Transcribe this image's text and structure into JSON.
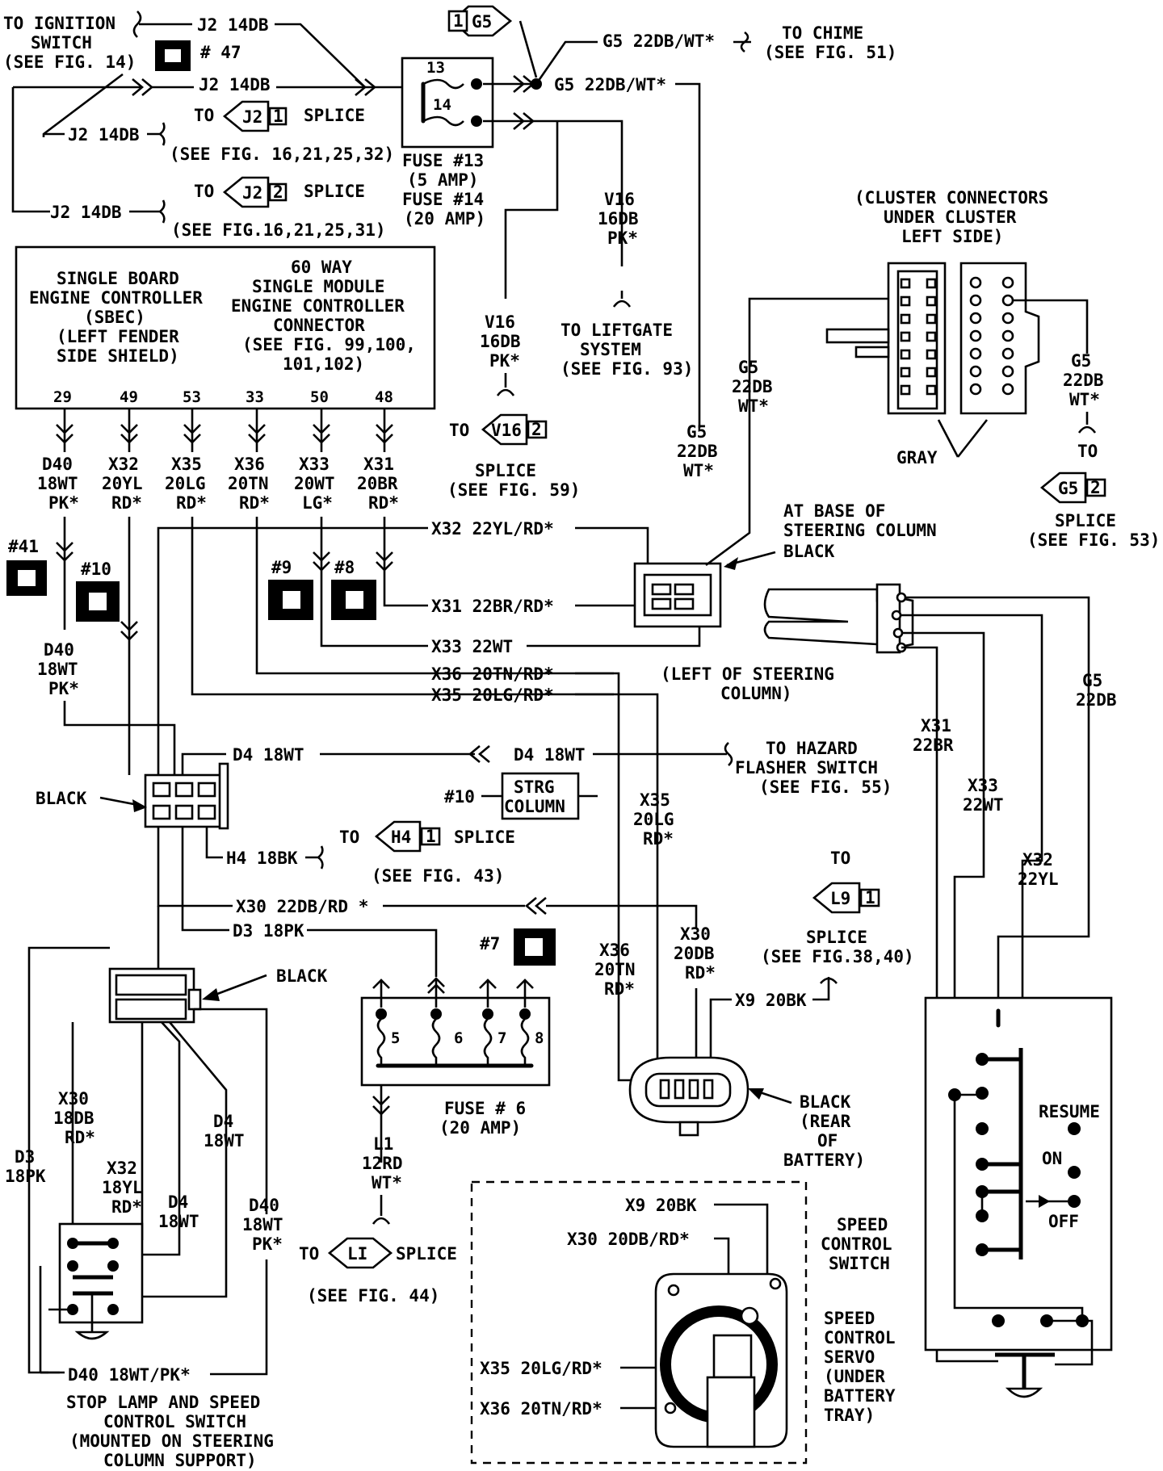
{
  "labels": {
    "ignition": [
      "TO IGNITION",
      "SWITCH",
      "(SEE FIG. 14)"
    ],
    "j2_top": "J2 14DB",
    "j2_mid": "J2 14DB",
    "j2_splice1_wire": "J2 14DB",
    "j2_splice2_wire": "J2 14DB",
    "conn47": "# 47",
    "to1": "TO",
    "to2": "TO",
    "to_v16": "TO",
    "to_h4": "TO",
    "to_g5": "TO",
    "to_l9": "TO",
    "to_l1": "TO",
    "splice": "SPLICE",
    "j2_splice1_name": "J2",
    "j2_splice1_pin": "1",
    "j2_splice2_name": "J2",
    "j2_splice2_pin": "2",
    "see_j2_1": "(SEE FIG. 16,21,25,32)",
    "see_j2_2": "(SEE FIG.16,21,25,31)",
    "g5_top_name": "G5",
    "g5_top_pin": "1",
    "g5_chime_wire": "G5 22DB/WT*",
    "to_chime": [
      "TO CHIME",
      "(SEE FIG. 51)"
    ],
    "g5_fuse_wire": "G5 22DB/WT*",
    "fuse13_pin": "13",
    "fuse14_pin": "14",
    "fuse_text": [
      "FUSE #13",
      "(5 AMP)",
      "FUSE #14",
      "(20 AMP)"
    ],
    "v16_right": [
      "V16",
      "16DB",
      "PK*"
    ],
    "to_liftgate": [
      "TO LIFTGATE",
      "SYSTEM",
      "(SEE FIG. 93)"
    ],
    "v16_left": [
      "V16",
      "16DB",
      "PK*"
    ],
    "v16_splice_name": "V16",
    "v16_splice_pin": "2",
    "see_fig59": [
      "SPLICE",
      "(SEE FIG. 59)"
    ],
    "sbec": [
      "SINGLE BOARD",
      "ENGINE CONTROLLER",
      "(SBEC)",
      "(LEFT FENDER",
      "SIDE SHIELD)"
    ],
    "connector60": [
      "60 WAY",
      "SINGLE MODULE",
      "ENGINE CONTROLLER",
      "CONNECTOR",
      "(SEE FIG. 99,100,",
      "101,102)"
    ],
    "pins": [
      "29",
      "49",
      "53",
      "33",
      "50",
      "48"
    ],
    "wire_cols": [
      [
        "D40",
        "18WT",
        "PK*"
      ],
      [
        "X32",
        "20YL",
        "RD*"
      ],
      [
        "X35",
        "20LG",
        "RD*"
      ],
      [
        "X36",
        "20TN",
        "RD*"
      ],
      [
        "X33",
        "20WT",
        "LG*"
      ],
      [
        "X31",
        "20BR",
        "RD*"
      ]
    ],
    "cluster": [
      "(CLUSTER CONNECTORS",
      "UNDER CLUSTER",
      "LEFT SIDE)"
    ],
    "g5_vert1": [
      "G5",
      "22DB",
      "WT*"
    ],
    "g5_vert2": [
      "G5",
      "22DB",
      "WT*"
    ],
    "g5_vert3": [
      "G5",
      "22DB",
      "WT*"
    ],
    "gray": "GRAY",
    "g5_splice_name": "G5",
    "g5_splice_pin": "2",
    "see_fig53": [
      "SPLICE",
      "(SEE FIG. 53)"
    ],
    "base_steering": [
      "AT BASE OF",
      "STEERING COLUMN",
      "BLACK"
    ],
    "conn41": "#41",
    "conn10a": "#10",
    "conn9": "#9",
    "conn8": "#8",
    "conn7": "#7",
    "x32_wire": "X32 22YL/RD*",
    "x31_wire": "X31 22BR/RD*",
    "x33_wire": "X33 22WT",
    "x36_wire": "X36 20TN/RD*",
    "x35_wire": "X35 20LG/RD*",
    "left_steering": [
      "(LEFT OF STEERING",
      "COLUMN)"
    ],
    "d40_lower": [
      "D40",
      "18WT",
      "PK*"
    ],
    "d4_left": "D4 18WT",
    "d4_right": "D4 18WT",
    "hazard": [
      "TO HAZARD",
      "FLASHER SWITCH",
      "(SEE FIG. 55)"
    ],
    "black_left": "BLACK",
    "conn10b": "#10",
    "strg_column": [
      "STRG",
      "COLUMN"
    ],
    "x35_vert": [
      "X35",
      "20LG",
      "RD*"
    ],
    "h4_wire": "H4 18BK",
    "h4_splice_name": "H4",
    "h4_splice_pin": "1",
    "see_fig43": "(SEE FIG. 43)",
    "x31_vert": [
      "X31",
      "22BR"
    ],
    "x33_vert": [
      "X33",
      "22WT"
    ],
    "g5_right": [
      "G5",
      "22DB"
    ],
    "x32_vert": [
      "X32",
      "22YL"
    ],
    "x30_wire": "X30 22DB/RD *",
    "d3_wire": "D3 18PK",
    "l9_splice_name": "L9",
    "l9_splice_pin": "1",
    "see_fig38": [
      "SPLICE",
      "(SEE FIG.38,40)"
    ],
    "black_stop": "BLACK",
    "fuse6_pins": [
      "5",
      "6",
      "7",
      "8"
    ],
    "fuse6": [
      "FUSE # 6",
      "(20 AMP)"
    ],
    "x36_vert": [
      "X36",
      "20TN",
      "RD*"
    ],
    "x30_vert": [
      "X30",
      "20DB",
      "RD*"
    ],
    "x9_wire": "X9 20BK",
    "black_rear": [
      "BLACK",
      "(REAR",
      "OF",
      "BATTERY)"
    ],
    "x30_stop": [
      "X30",
      "18DB",
      "RD*"
    ],
    "x32_stop": [
      "X32",
      "18YL",
      "RD*"
    ],
    "d4_stop1": [
      "D4",
      "18WT"
    ],
    "d4_stop2": [
      "D4",
      "18WT"
    ],
    "d3_stop": [
      "D3",
      "18PK"
    ],
    "d40_stop": [
      "D40",
      "18WT",
      "PK*"
    ],
    "l1": [
      "L1",
      "12RD",
      "WT*"
    ],
    "l1_splice_name": "LI",
    "see_fig44": "(SEE FIG. 44)",
    "resume": "RESUME",
    "on": "ON",
    "off": "OFF",
    "speed_switch": [
      "SPEED",
      "CONTROL",
      "SWITCH"
    ],
    "speed_servo": [
      "SPEED",
      "CONTROL",
      "SERVO",
      "(UNDER",
      "BATTERY",
      "TRAY)"
    ],
    "servo_x9": "X9 20BK",
    "servo_x30": "X30 20DB/RD*",
    "servo_x35": "X35 20LG/RD*",
    "servo_x36": "X36 20TN/RD*",
    "d40_bottom": "D40 18WT/PK*",
    "stop_lamp": [
      "STOP LAMP AND SPEED",
      "CONTROL SWITCH",
      "(MOUNTED ON STEERING",
      "COLUMN SUPPORT)"
    ]
  }
}
